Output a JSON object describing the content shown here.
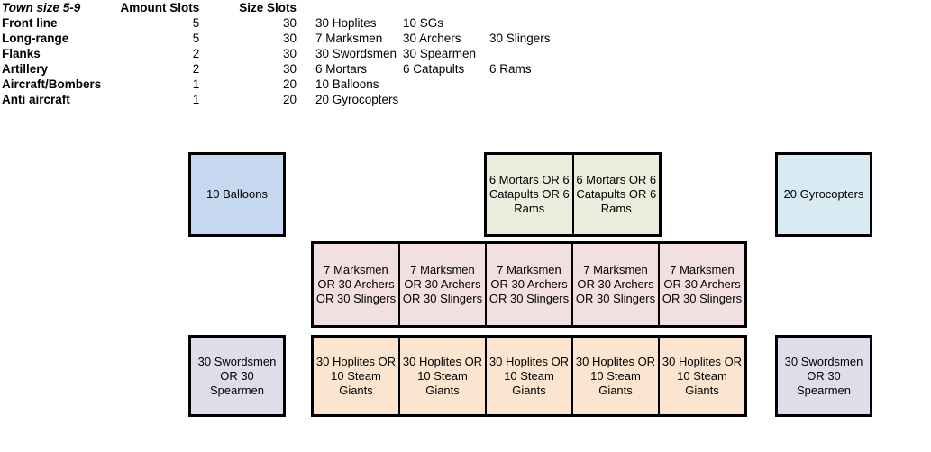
{
  "stats_table": {
    "title": "Town size 5-9",
    "headers": [
      "Amount Slots",
      "Size Slots"
    ],
    "rows": [
      {
        "label": "Front line",
        "amount": "5",
        "size": "30"
      },
      {
        "label": "Long-range",
        "amount": "5",
        "size": "30"
      },
      {
        "label": "Flanks",
        "amount": "2",
        "size": "30"
      },
      {
        "label": "Artillery",
        "amount": "2",
        "size": "30"
      },
      {
        "label": "Aircraft/Bombers",
        "amount": "1",
        "size": "20"
      },
      {
        "label": "Anti aircraft",
        "amount": "1",
        "size": "20"
      }
    ]
  },
  "unit_list": {
    "rows": [
      {
        "c0": "30 Hoplites",
        "c1": "10 SGs",
        "c2": ""
      },
      {
        "c0": "7 Marksmen",
        "c1": "30 Archers",
        "c2": "30 Slingers"
      },
      {
        "c0": "30 Swordsmen",
        "c1": "30 Spearmen",
        "c2": ""
      },
      {
        "c0": "6 Mortars",
        "c1": "6 Catapults",
        "c2": "6 Rams"
      },
      {
        "c0": "10 Balloons",
        "c1": "",
        "c2": ""
      },
      {
        "c0": "20 Gyrocopters",
        "c1": "",
        "c2": ""
      }
    ]
  },
  "formation": {
    "aircraft_box": "10 Balloons",
    "antiaircraft_box": "20 Gyrocopters",
    "artillery_cells": [
      "6 Mortars OR 6 Catapults OR 6 Rams",
      "6 Mortars OR 6 Catapults OR 6 Rams"
    ],
    "longrange_cells": [
      "7 Marksmen OR 30 Archers OR 30 Slingers",
      "7 Marksmen OR 30 Archers OR 30 Slingers",
      "7 Marksmen OR 30 Archers OR 30 Slingers",
      "7 Marksmen OR 30 Archers OR 30 Slingers",
      "7 Marksmen OR 30 Archers OR 30 Slingers"
    ],
    "frontline_cells": [
      "30 Hoplites OR 10 Steam Giants",
      "30 Hoplites OR 10 Steam Giants",
      "30 Hoplites OR 10 Steam Giants",
      "30 Hoplites OR 10 Steam Giants",
      "30 Hoplites OR 10 Steam Giants"
    ],
    "flank_left": "30 Swordsmen OR 30 Spearmen",
    "flank_right": "30 Swordsmen OR 30 Spearmen"
  },
  "colors": {
    "aircraft": "#c5d8f0",
    "antiaircraft": "#d8eaf2",
    "artillery": "#e9efdc",
    "longrange": "#f2dfe0",
    "frontline": "#fbe5d0",
    "flank": "#dedeea",
    "border": "#000000"
  }
}
